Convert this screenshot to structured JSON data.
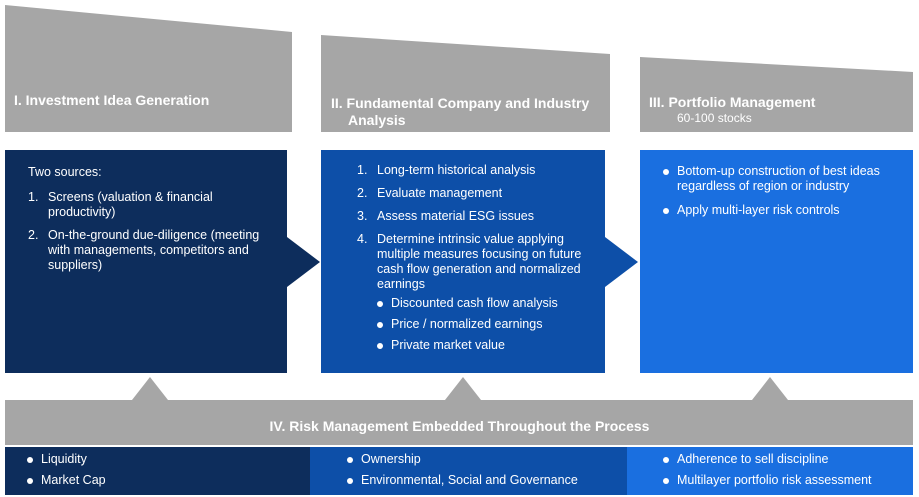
{
  "colors": {
    "gray": "#a6a6a6",
    "dark_navy": "#0d2d5c",
    "mid_blue": "#0d4fa8",
    "bright_blue": "#1a6fe0"
  },
  "stage1": {
    "title": "I. Investment Idea Generation",
    "intro": "Two sources:",
    "items": [
      {
        "num": "1.",
        "text": "Screens (valuation & financial productivity)"
      },
      {
        "num": "2.",
        "text": "On-the-ground due-diligence (meeting with managements, competitors and suppliers)"
      }
    ]
  },
  "stage2": {
    "title_line1": "II. Fundamental Company and Industry",
    "title_line2": "Analysis",
    "items": [
      {
        "num": "1.",
        "text": "Long-term historical analysis"
      },
      {
        "num": "2.",
        "text": "Evaluate management"
      },
      {
        "num": "3.",
        "text": "Assess material ESG issues"
      },
      {
        "num": "4.",
        "text": "Determine intrinsic value applying multiple measures focusing on future cash flow generation and normalized earnings"
      }
    ],
    "subitems": [
      "Discounted cash flow analysis",
      "Price / normalized earnings",
      "Private market value"
    ]
  },
  "stage3": {
    "title": "III. Portfolio Management",
    "subtitle": "60-100 stocks",
    "items": [
      "Bottom-up construction of best ideas regardless of region or industry",
      "Apply multi-layer risk controls"
    ]
  },
  "risk": {
    "title": "IV. Risk Management Embedded Throughout the Process",
    "col1": [
      "Liquidity",
      "Market Cap"
    ],
    "col2": [
      "Ownership",
      "Environmental, Social and Governance"
    ],
    "col3": [
      "Adherence to sell discipline",
      "Multilayer portfolio risk assessment"
    ]
  }
}
